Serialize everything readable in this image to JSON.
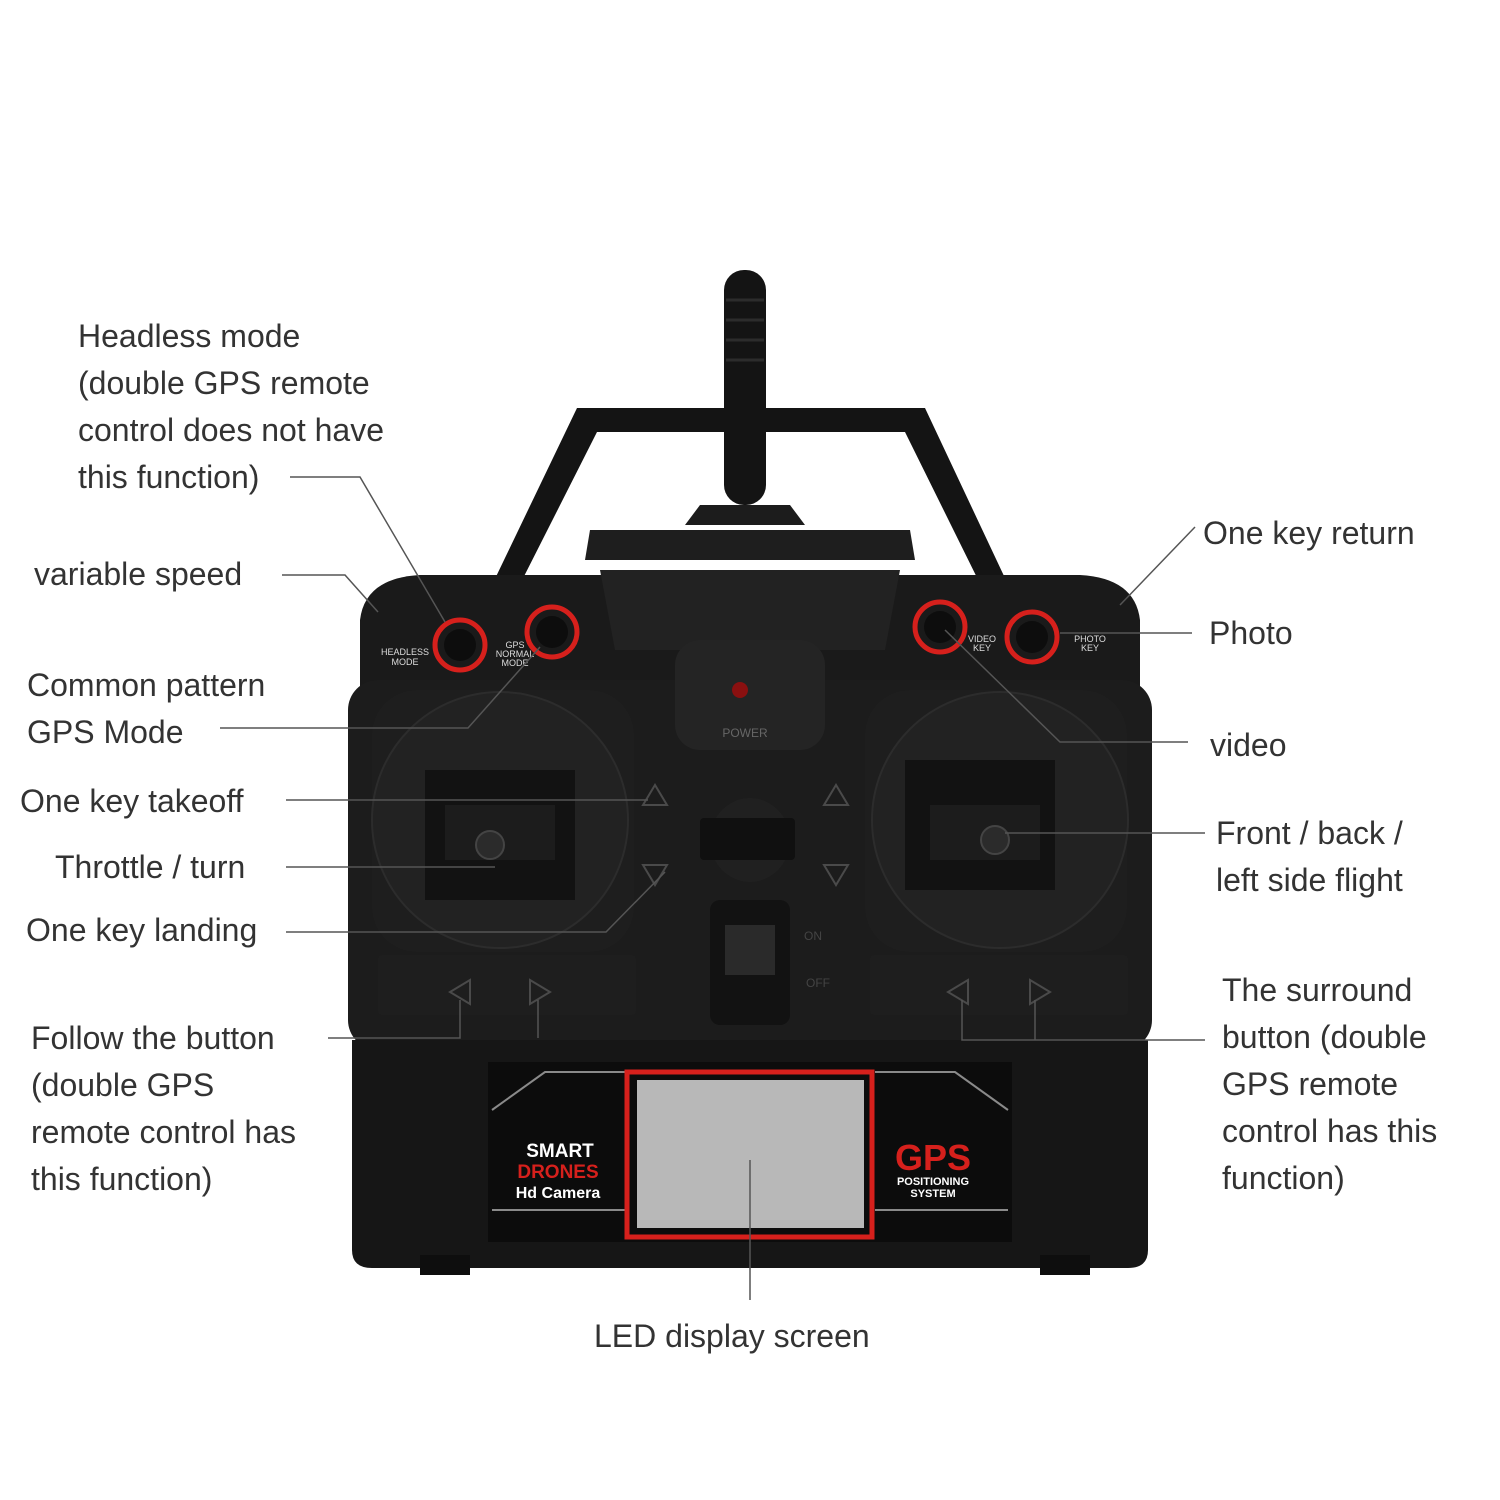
{
  "colors": {
    "body": "#1a1a1a",
    "accent": "#d6201c",
    "lcd": "#b8b8b8",
    "text": "#333333",
    "leader": "#555555"
  },
  "icons": [
    "remote-controller-icon",
    "antenna-icon",
    "joystick-icon",
    "power-led-icon",
    "power-switch-icon",
    "trim-arrow-icon"
  ],
  "callouts": {
    "headless_mode": [
      "Headless mode",
      "(double GPS remote",
      "control does not have",
      "this function)"
    ],
    "variable_speed": [
      "variable speed"
    ],
    "common_gps": [
      "Common pattern",
      "GPS Mode"
    ],
    "takeoff": [
      "One key takeoff"
    ],
    "throttle": [
      "Throttle / turn"
    ],
    "landing": [
      "One key landing"
    ],
    "follow": [
      "Follow the button",
      "(double GPS",
      "remote control has",
      "this function)"
    ],
    "return": [
      "One key return"
    ],
    "photo": [
      "Photo"
    ],
    "video": [
      "video"
    ],
    "flight": [
      "Front / back /",
      "left side flight"
    ],
    "surround": [
      "The surround",
      "button (double",
      "GPS remote",
      "control has this",
      "function)"
    ],
    "led": [
      "LED display screen"
    ]
  },
  "device": {
    "left_logo": [
      "SMART",
      "DRONES",
      "Hd Camera"
    ],
    "right_logo": [
      "GPS",
      "POSITIONING",
      "SYSTEM"
    ],
    "buttons": {
      "headless": [
        "HEADLESS",
        "MODE"
      ],
      "gps_mode": [
        "GPS",
        "NORMAL",
        "MODE"
      ],
      "video": [
        "VIDEO",
        "KEY"
      ],
      "photo": [
        "PHOTO",
        "KEY"
      ]
    },
    "power": "POWER",
    "switch_on": "ON",
    "switch_off": "OFF"
  }
}
